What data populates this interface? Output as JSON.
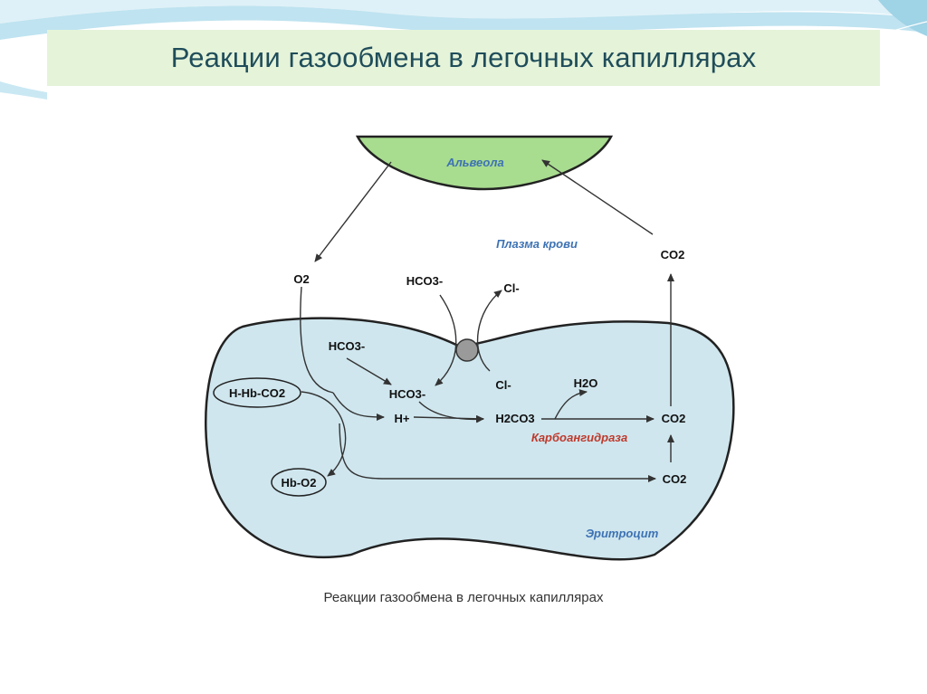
{
  "slide": {
    "title": "Реакции газообмена в легочных капиллярах"
  },
  "diagram": {
    "alveola": "Альвеола",
    "plasma": "Плазма крови",
    "erythrocyte": "Эритроцит",
    "enzyme": "Карбоангидраза",
    "caption": "Реакции газообмена в легочных капиллярах",
    "o2": "O2",
    "co2_plasma": "CO2",
    "hco3_plasma": "HCO3-",
    "cl_plasma": "Cl-",
    "cl_cell": "Cl-",
    "hco3_cell_top": "HCO3-",
    "hco3_cell": "HCO3-",
    "h2o": "H2O",
    "h_plus": "H+",
    "h2co3": "H2CO3",
    "co2_cell_upper": "CO2",
    "co2_cell_lower": "CO2",
    "h_hb_co2": "H-Hb-CO2",
    "hb_o2": "Hb-O2"
  },
  "colors": {
    "alveola_fill": "#a8dc8f",
    "erythrocyte_fill": "#cfe6ee",
    "title_bar": "#e5f3d9",
    "title_text": "#1f4d5a",
    "blue_label": "#3d72b4",
    "red_label": "#c0392b",
    "channel": "#9a9a9a"
  }
}
